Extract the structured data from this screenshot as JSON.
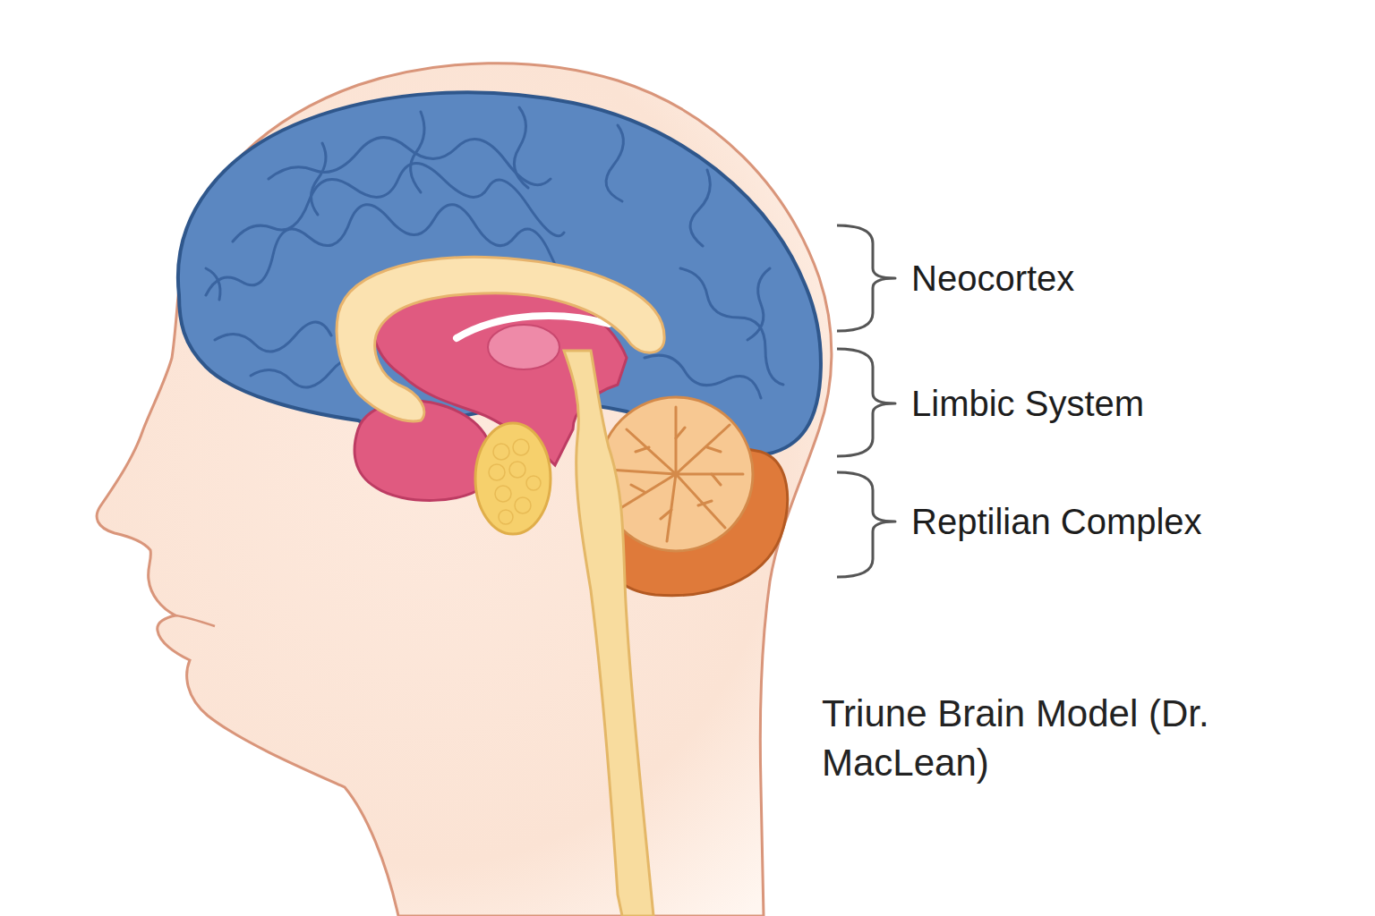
{
  "diagram": {
    "title": "Triune Brain Model (Dr. MacLean)",
    "labels": [
      "Neocortex",
      "Limbic System",
      "Reptilian Complex"
    ]
  }
}
